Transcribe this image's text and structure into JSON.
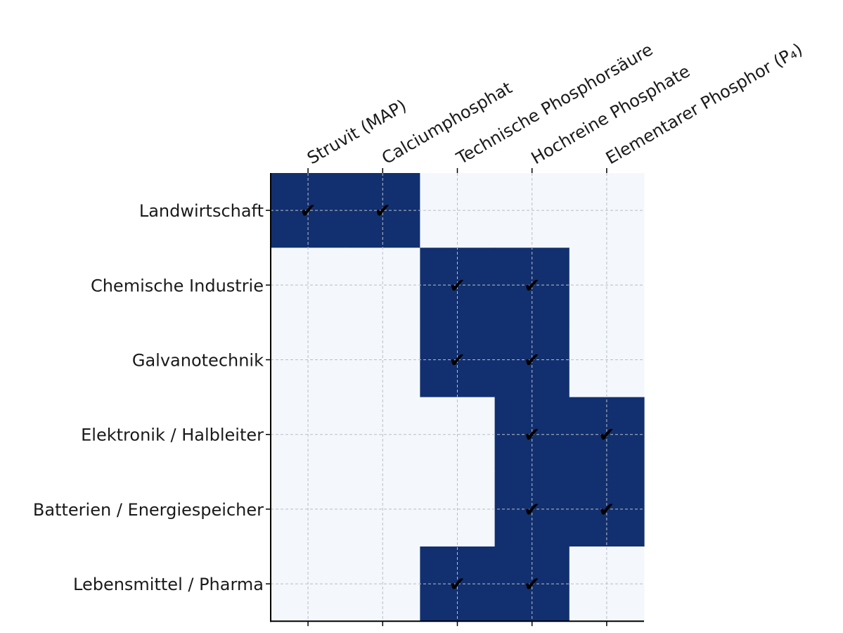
{
  "chart_data": {
    "type": "heatmap",
    "title": "",
    "xlabel": "",
    "ylabel": "",
    "x_position": "top",
    "x_categories": [
      "Struvit (MAP)",
      "Calciumphosphat",
      "Technische Phosphorsäure",
      "Hochreine Phosphate",
      "Elementarer Phosphor (P₄)"
    ],
    "y_categories": [
      "Landwirtschaft",
      "Chemische Industrie",
      "Galvanotechnik",
      "Elektronik / Halbleiter",
      "Batterien / Energiespeicher",
      "Lebensmittel / Pharma"
    ],
    "values": [
      [
        1,
        1,
        0,
        0,
        0
      ],
      [
        0,
        0,
        1,
        1,
        0
      ],
      [
        0,
        0,
        1,
        1,
        0
      ],
      [
        0,
        0,
        0,
        1,
        1
      ],
      [
        0,
        0,
        0,
        1,
        1
      ],
      [
        0,
        0,
        1,
        1,
        0
      ]
    ],
    "marker": "✔",
    "grid": true,
    "colors": {
      "on": "#12306f",
      "off": "#f4f8fd",
      "grid": "#b9bec6"
    }
  }
}
